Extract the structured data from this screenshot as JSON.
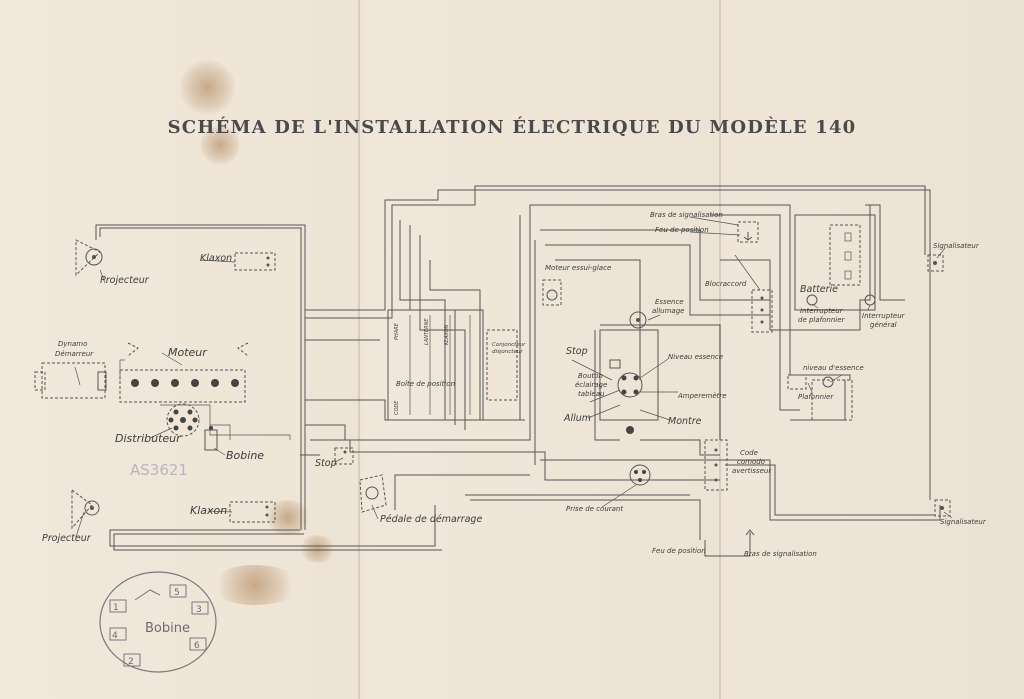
{
  "title": "SCHÉMA DE L'INSTALLATION ÉLECTRIQUE DU MODÈLE 140",
  "labels": {
    "projecteur_top": "Projecteur",
    "klaxon_top": "Klaxon",
    "dynamo_1": "Dynamo",
    "dynamo_2": "Démarreur",
    "moteur": "Moteur",
    "distributeur": "Distributeur",
    "bobine": "Bobine",
    "klaxon_bottom": "Klaxon",
    "projecteur_bottom": "Projecteur",
    "stop_left": "Stop",
    "pedale": "Pédale de démarrage",
    "boite": "Boîte de position",
    "phare": "PHARE",
    "lanterne": "LANTERNE",
    "klaxon_box": "KLAXON",
    "code": "CODE",
    "conjoncteur_1": "Conjoncteur",
    "conjoncteur_2": "disjoncteur",
    "moteur_essuie": "Moteur essui-glace",
    "essence_1": "Essence",
    "essence_2": "allumage",
    "stop_mid": "Stop",
    "bouton_1": "Bouton",
    "bouton_2": "éclairage",
    "bouton_3": "tableau",
    "allum": "Allum",
    "niveau_essence": "Niveau essence",
    "amperemetre": "Amperemètre",
    "montre": "Montre",
    "prise": "Prise de courant",
    "code_c1": "Code",
    "code_c2": "comodo",
    "code_c3": "avertisseur",
    "bras_top": "Bras de signalisation",
    "feu_top": "Feu de position",
    "bloc": "Blocraccord",
    "batterie": "Batterie",
    "inter_plaf_1": "Interrupteur",
    "inter_plaf_2": "de plafonnier",
    "inter_gen_1": "Interrupteur",
    "inter_gen_2": "général",
    "niveau_d_essence": "niveau d'essence",
    "plafonnier": "Plafonnier",
    "signal_top": "Signalisateur",
    "signal_bottom": "Signalisateur",
    "feu_bottom": "Feu de position",
    "bras_bottom": "Bras de signalisation",
    "stamp": "AS3621",
    "pencil_word": "Bobine",
    "pencil_n1": "1",
    "pencil_n3": "3",
    "pencil_n4": "4",
    "pencil_n6": "6",
    "pencil_n2": "2",
    "pencil_n5": "5"
  }
}
